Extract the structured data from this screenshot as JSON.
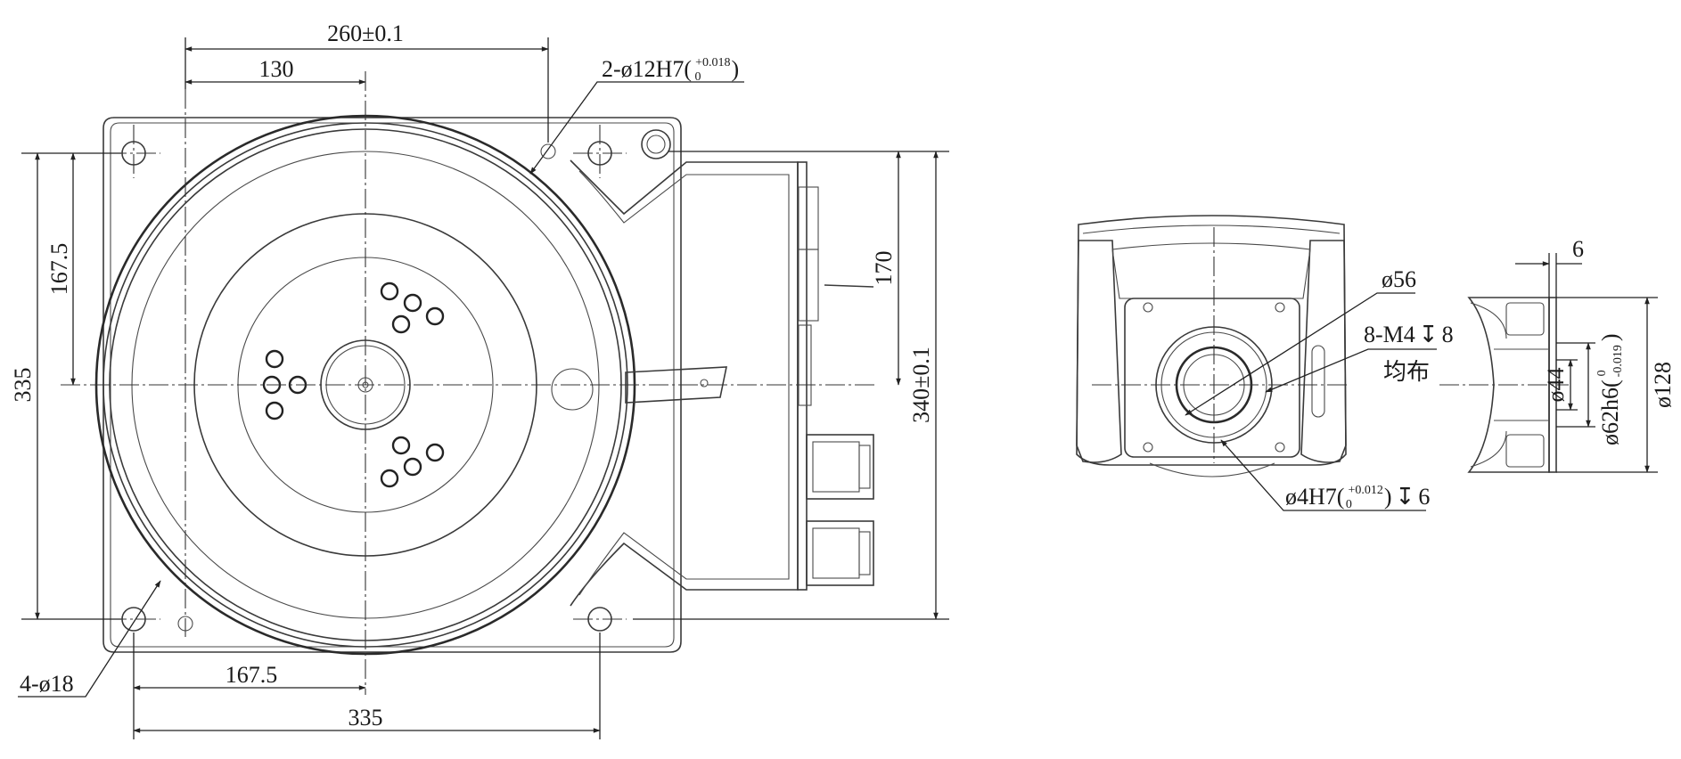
{
  "views": {
    "top": {
      "dims": {
        "width_260": "260±0.1",
        "width_130": "130",
        "hole_2x12": "2-ø12H7(",
        "hole_2x12_tol_upper": "+0.018",
        "hole_2x12_tol_lower": "0",
        "hole_2x12_close": ")",
        "height_167_5": "167.5",
        "height_335": "335",
        "height_170": "170",
        "height_340": "340±0.1",
        "hole_4x18": "4-ø18",
        "bottom_167_5": "167.5",
        "bottom_335": "335"
      }
    },
    "end": {
      "dims": {
        "d56": "ø56",
        "thread": "8-M4",
        "depth_sym": "↧",
        "depth": "8",
        "distribution": "均布",
        "pin_hole": "ø4H7(",
        "pin_tol_upper": "+0.012",
        "pin_tol_lower": "0",
        "pin_close": ")",
        "pin_depth_sym": "↧",
        "pin_depth": "6"
      }
    },
    "side": {
      "dims": {
        "six": "6",
        "d44": "ø44",
        "d62": "ø62h6(",
        "d62_tol_upper": "0",
        "d62_tol_lower": "-0.019",
        "d62_close": ")",
        "d128": "ø128"
      }
    }
  },
  "colors": {
    "line": "#3a3a3a",
    "text": "#1a1a1a",
    "background": "#ffffff"
  }
}
